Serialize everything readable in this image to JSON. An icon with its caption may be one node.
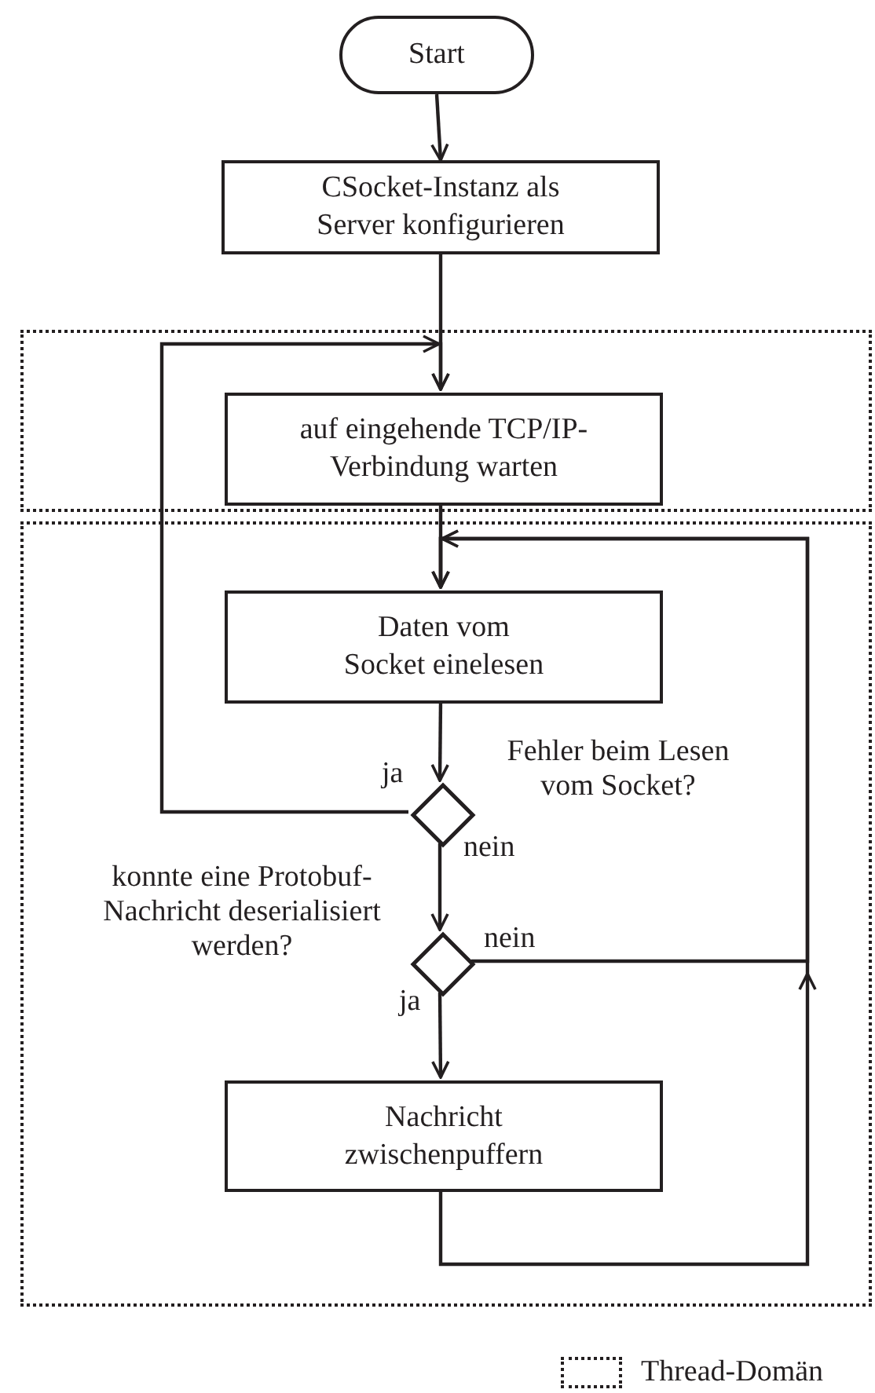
{
  "diagram": {
    "nodes": [
      {
        "text": [
          "Start"
        ]
      },
      {
        "text": [
          "CSocket-Instanz als Server konfigurieren"
        ]
      },
      {
        "text": [],
        "shape": "box"
      },
      {
        "text": [
          "auf eingehende TCP/IP-Verbindung warten"
        ],
        "in": 2
      },
      {
        "text": [],
        "shape": "box"
      },
      {
        "text": [
          "Daten vom Socket einelesen"
        ],
        "in": 4
      },
      {
        "text": [],
        "shape": "diamond",
        "in": 4,
        "beside": [
          "Fehler beim Lesen vom Socket?"
        ]
      },
      {
        "text": [],
        "shape": "diamond",
        "in": 4,
        "beside": [
          "konnte eine Protobuf-Nachricht deserialisiert werden?"
        ]
      },
      {
        "text": [
          "Nachricht zwischenpuffern"
        ],
        "in": 4
      }
    ],
    "edges": [
      {
        "from": 0,
        "to": 1,
        "arrow": "to"
      },
      {
        "from": 1,
        "to": 3,
        "arrow": "to"
      },
      {
        "from": 3,
        "to": 5,
        "arrow": "to"
      },
      {
        "from": 5,
        "to": 6,
        "arrow": "to"
      },
      {
        "from": 6,
        "to": 3,
        "arrow": "to",
        "label": "ja"
      },
      {
        "from": 6,
        "to": 7,
        "arrow": "to",
        "label": "nein"
      },
      {
        "from": 7,
        "to": 8,
        "arrow": "to",
        "label": "ja"
      },
      {
        "from": 7,
        "to": 5,
        "arrow": "to",
        "label": "nein"
      },
      {
        "from": 8,
        "to": 5,
        "arrow": "to"
      }
    ],
    "legend": [
      {
        "text": "Thread-Domän"
      }
    ]
  }
}
